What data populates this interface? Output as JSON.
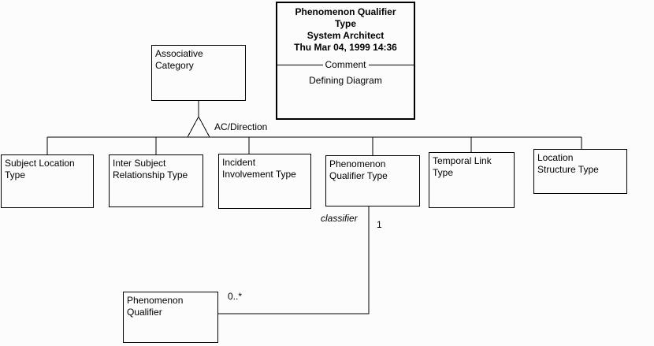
{
  "palette": {
    "background": "#fcfcfc",
    "line": "#000000",
    "text": "#000000"
  },
  "header_box": {
    "title": "Phenomenon Qualifier\nType\nSystem Architect\nThu Mar 04, 1999  14:36",
    "divider_label": "Comment",
    "body": "Defining Diagram"
  },
  "parent_node": {
    "label": "Associative\nCategory"
  },
  "generalization": {
    "label": "AC/Direction"
  },
  "child_nodes": [
    {
      "id": "subject-location-type",
      "label": "Subject Location\nType"
    },
    {
      "id": "inter-subject-relationship-type",
      "label": "Inter Subject\nRelationship Type"
    },
    {
      "id": "incident-involvement-type",
      "label": "Incident\nInvolvement Type"
    },
    {
      "id": "phenomenon-qualifier-type",
      "label": "Phenomenon\nQualifier Type"
    },
    {
      "id": "temporal-link-type",
      "label": "Temporal Link\nType"
    },
    {
      "id": "location-structure-type",
      "label": "Location\nStructure Type"
    }
  ],
  "association": {
    "role_label": "classifier",
    "source_multiplicity": "1",
    "target_multiplicity": "0..*"
  },
  "leaf_node": {
    "label": "Phenomenon\nQualifier"
  }
}
